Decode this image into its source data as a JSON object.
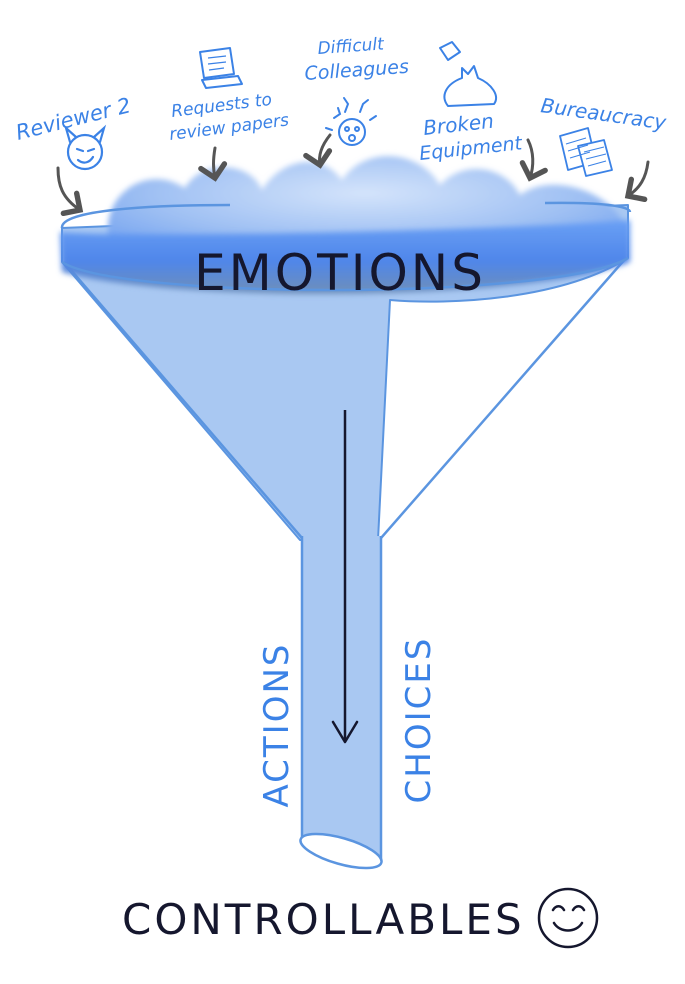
{
  "sources": {
    "reviewer": "Reviewer 2",
    "requests_line1": "Requests to",
    "requests_line2": "review papers",
    "colleagues_line1": "Difficult",
    "colleagues_line2": "Colleagues",
    "broken_line1": "Broken",
    "broken_line2": "Equipment",
    "bureaucracy": "Bureaucracy"
  },
  "funnel": {
    "top_label": "EMOTIONS",
    "left_label": "ACTIONS",
    "right_label": "CHOICES"
  },
  "outcome": {
    "label": "CONTROLLABLES"
  },
  "icons": [
    "devil-face-icon",
    "laptop-icon",
    "frazzled-face-icon",
    "broken-flask-icon",
    "papers-icon",
    "smiley-face-icon"
  ],
  "colors": {
    "handwriting": "#3b82e6",
    "funnel_fill": "#a9c8f2",
    "funnel_stroke": "#5b95e0",
    "ink": "#15172e",
    "arrow_gray": "#555555"
  }
}
